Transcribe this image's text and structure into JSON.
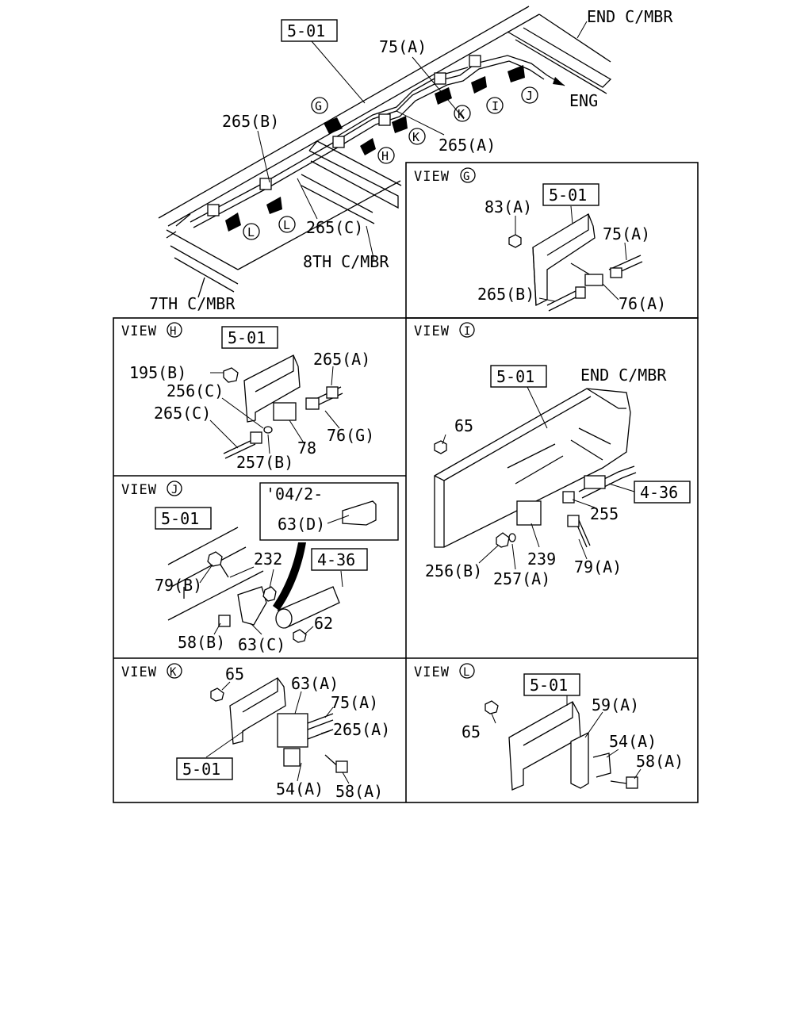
{
  "overview": {
    "ref_main": "5-01",
    "end_cmbr": "END C/MBR",
    "eng": "ENG",
    "c8": "8TH C/MBR",
    "c7": "7TH C/MBR",
    "p75a": "75(A)",
    "p265b": "265(B)",
    "p265a": "265(A)",
    "p265c": "265(C)",
    "callouts": {
      "G": "G",
      "H": "H",
      "I": "I",
      "J": "J",
      "K": "K",
      "K2": "K",
      "L": "L",
      "L2": "L"
    }
  },
  "view_g": {
    "title": "VIEW",
    "letter": "G",
    "ref": "5-01",
    "p83a": "83(A)",
    "p75a": "75(A)",
    "p265b": "265(B)",
    "p76a": "76(A)"
  },
  "view_h": {
    "title": "VIEW",
    "letter": "H",
    "ref": "5-01",
    "p195b": "195(B)",
    "p265a": "265(A)",
    "p256c": "256(C)",
    "p265c": "265(C)",
    "p78": "78",
    "p76g": "76(G)",
    "p257b": "257(B)"
  },
  "view_i": {
    "title": "VIEW",
    "letter": "I",
    "ref": "5-01",
    "end_cmbr": "END C/MBR",
    "p65": "65",
    "ref2": "4-36",
    "p255": "255",
    "p239": "239",
    "p79a": "79(A)",
    "p256b": "256(B)",
    "p257a": "257(A)"
  },
  "view_j": {
    "title": "VIEW",
    "letter": "J",
    "ref": "5-01",
    "inset_date": "'04/2-",
    "p63d": "63(D)",
    "p232": "232",
    "ref2": "4-36",
    "p79b": "79(B)",
    "p62": "62",
    "p58b": "58(B)",
    "p63c": "63(C)"
  },
  "view_k": {
    "title": "VIEW",
    "letter": "K",
    "p65": "65",
    "p63a": "63(A)",
    "p75a": "75(A)",
    "p265a": "265(A)",
    "ref": "5-01",
    "p54a": "54(A)",
    "p58a": "58(A)"
  },
  "view_l": {
    "title": "VIEW",
    "letter": "L",
    "ref": "5-01",
    "p59a": "59(A)",
    "p65": "65",
    "p54a": "54(A)",
    "p58a": "58(A)"
  }
}
